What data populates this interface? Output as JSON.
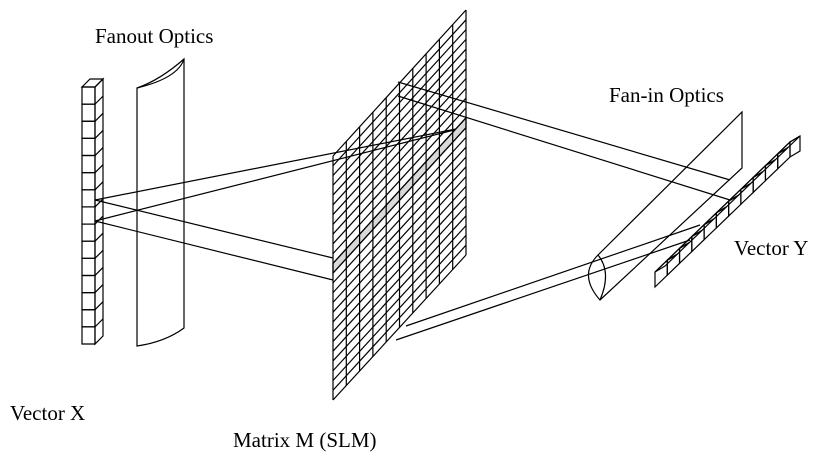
{
  "labels": {
    "fanout_optics": "Fanout Optics",
    "fanin_optics": "Fan-in Optics",
    "vector_y": "Vector Y",
    "vector_x": "Vector X",
    "matrix": "Matrix M (SLM)"
  },
  "components": {
    "vector_x_cells": 15,
    "matrix_columns": 10,
    "matrix_rows": 25,
    "highlighted_matrix_row": 11,
    "vector_y_cells": 11
  },
  "colors": {
    "line": "#000000",
    "highlight": "#d9d9d9",
    "background": "#ffffff"
  }
}
